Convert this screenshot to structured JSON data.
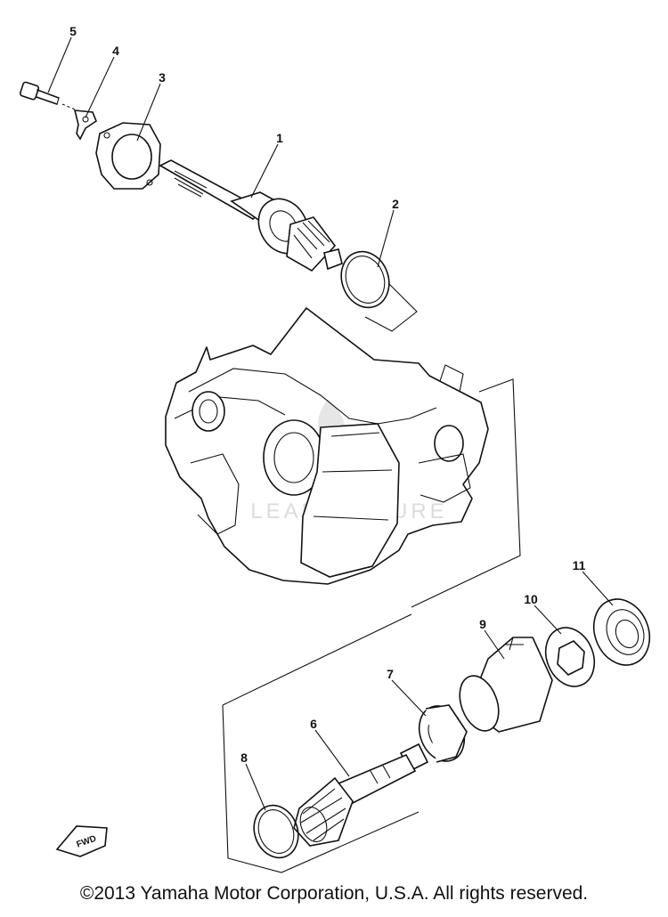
{
  "diagram": {
    "callouts": [
      {
        "id": "5",
        "label": "5"
      },
      {
        "id": "4",
        "label": "4"
      },
      {
        "id": "3",
        "label": "3"
      },
      {
        "id": "1",
        "label": "1"
      },
      {
        "id": "2",
        "label": "2"
      },
      {
        "id": "11",
        "label": "11"
      },
      {
        "id": "10",
        "label": "10"
      },
      {
        "id": "9",
        "label": "9"
      },
      {
        "id": "7",
        "label": "7"
      },
      {
        "id": "6",
        "label": "6"
      },
      {
        "id": "8",
        "label": "8"
      }
    ],
    "fwd_marker": "FWD",
    "watermark": "LEADVENTURE"
  },
  "footer": {
    "copyright": "©2013 Yamaha Motor Corporation, U.S.A. All rights reserved."
  }
}
